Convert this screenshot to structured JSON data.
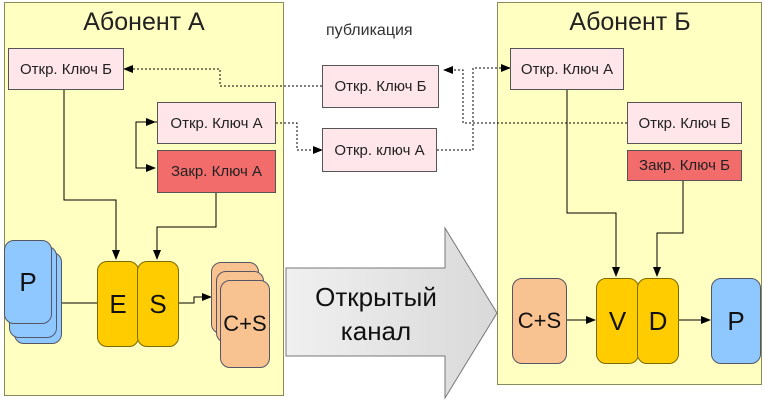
{
  "left": {
    "title": "Абонент А",
    "pub_key_b": "Откр. Ключ Б",
    "pub_key_a": "Откр. Ключ А",
    "priv_key_a": "Закр. Ключ А",
    "p": "P",
    "e": "E",
    "s": "S",
    "cs": "C+S"
  },
  "publication": {
    "label": "публикация",
    "pub_key_b": "Откр. Ключ Б",
    "pub_key_a": "Откр. ключ А"
  },
  "channel": {
    "line1": "Открытый",
    "line2": "канал"
  },
  "right": {
    "title": "Абонент Б",
    "pub_key_a": "Откр. Ключ А",
    "pub_key_b": "Откр. Ключ Б",
    "priv_key_b": "Закр. Ключ Б",
    "cs": "C+S",
    "v": "V",
    "d": "D",
    "p": "P"
  }
}
